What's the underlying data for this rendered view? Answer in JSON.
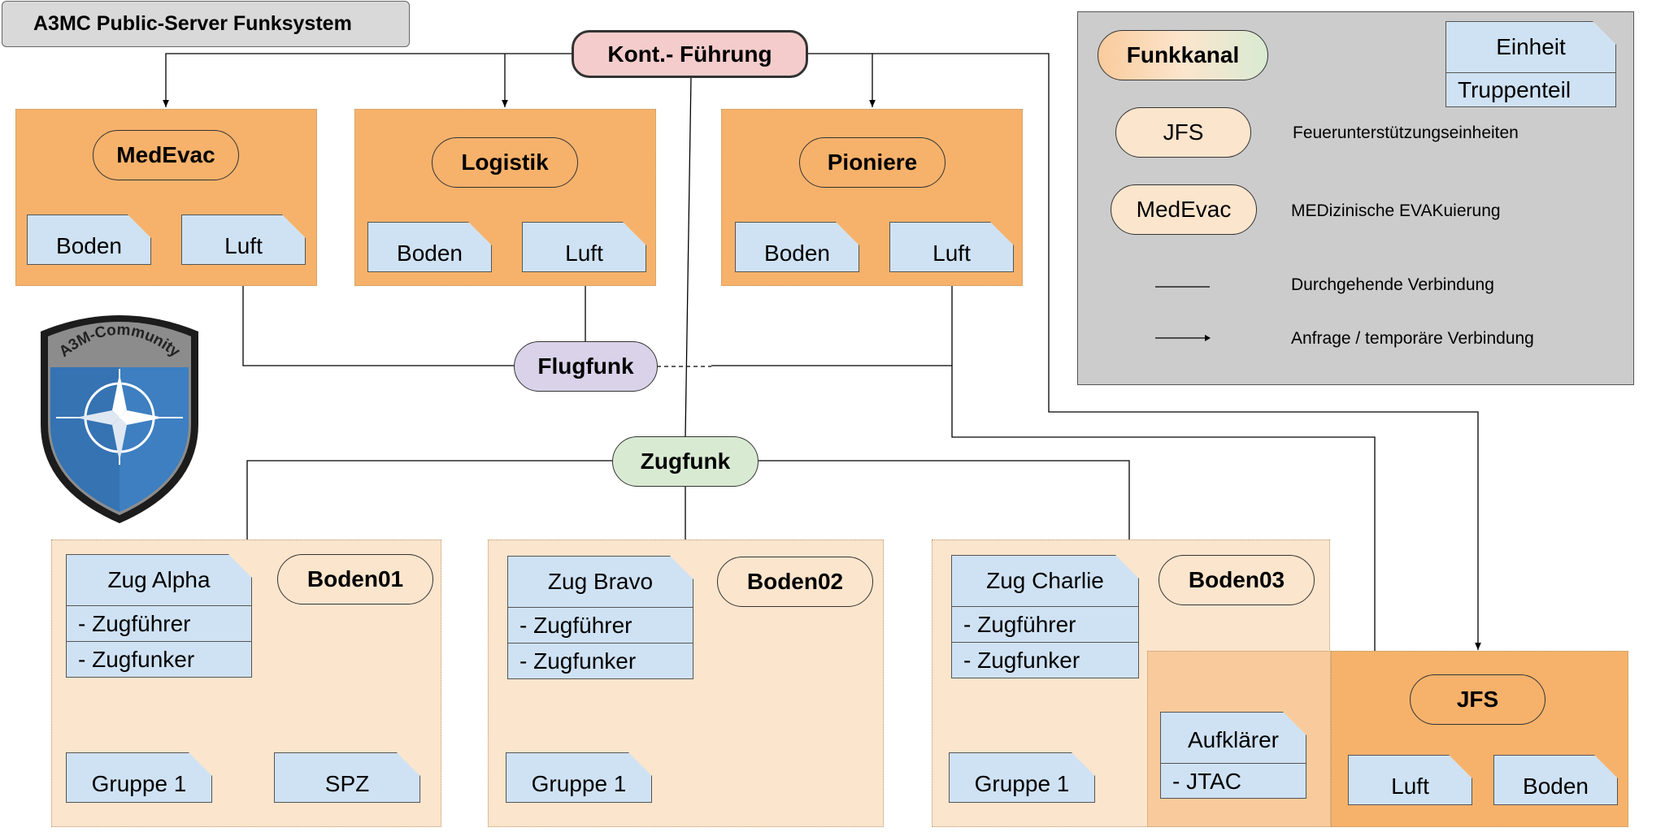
{
  "title": "A3MC Public-Server Funksystem",
  "hq": "Kont.- Führung",
  "channels": {
    "medevac": "MedEvac",
    "logistik": "Logistik",
    "pioniere": "Pioniere",
    "flugfunk": "Flugfunk",
    "zugfunk": "Zugfunk",
    "boden01": "Boden01",
    "boden02": "Boden02",
    "boden03": "Boden03",
    "jfs": "JFS"
  },
  "units": {
    "boden": "Boden",
    "luft": "Luft",
    "gruppe1": "Gruppe 1",
    "spz": "SPZ",
    "zug_alpha": "Zug Alpha",
    "zug_bravo": "Zug Bravo",
    "zug_charlie": "Zug Charlie",
    "zugfuehrer": "- Zugführer",
    "zugfunker": "- Zugfunker",
    "aufklaerer": "Aufklärer",
    "jtac": "- JTAC"
  },
  "badge": {
    "text": "A3M-Community"
  },
  "legend": {
    "funkkanal": "Funkkanal",
    "einheit": "Einheit",
    "truppenteil": "Truppenteil",
    "jfs": "JFS",
    "jfs_desc": "Feuerunterstützungseinheiten",
    "medevac": "MedEvac",
    "medevac_desc": "MEDizinische EVAKuierung",
    "line_desc": "Durchgehende Verbindung",
    "arrow_desc": "Anfrage / temporäre Verbindung"
  },
  "colors": {
    "region_dark": "#f6b26b",
    "region_light": "#fce5cd",
    "unit_blue": "#cfe2f3",
    "zugfunk_green": "#d9ead3",
    "flugfunk_purple": "#d9d2e9",
    "hq_pink": "#f4cccc",
    "legend_grey": "#cccccc"
  }
}
